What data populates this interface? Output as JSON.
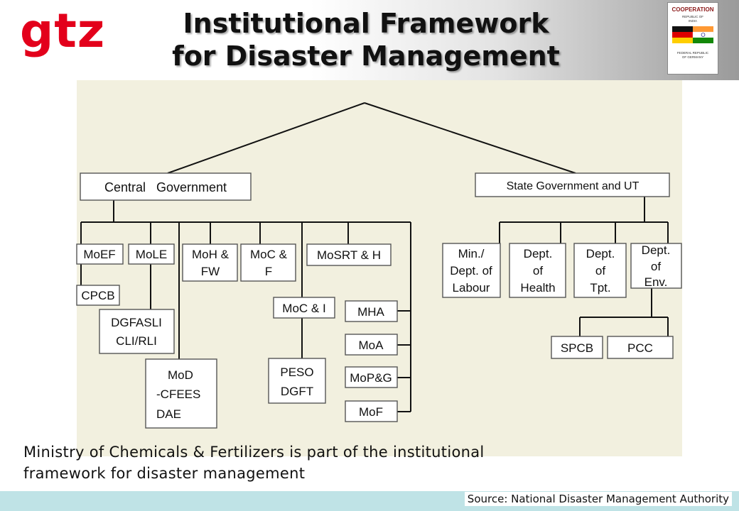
{
  "header": {
    "logo_text": "gtz",
    "title_line1": "Institutional Framework",
    "title_line2": "for Disaster Management"
  },
  "cooperation_badge": {
    "heading": "COOPERATION",
    "top_line1": "REPUBLIC OF",
    "top_line2": "INDIA",
    "bottom_line1": "FEDERAL REPUBLIC",
    "bottom_line2": "OF GERMANY"
  },
  "org_chart": {
    "central": "Central   Government",
    "state": "State Government and UT",
    "moef": "MoEF",
    "cpcb": "CPCB",
    "mole": "MoLE",
    "dgfasli_1": "DGFASLI",
    "dgfasli_2": "CLI/RLI",
    "mohfw_1": "MoH &",
    "mohfw_2": "FW",
    "mocf_1": "MoC &",
    "mocf_2": "F",
    "mod_1": "MoD",
    "mod_2": "-CFEES",
    "mod_3": "DAE",
    "moci": "MoC & I",
    "peso_1": "PESO",
    "peso_2": "DGFT",
    "mosrth": "MoSRT & H",
    "mha": "MHA",
    "moa": "MoA",
    "mopg": "MoP&G",
    "mof": "MoF",
    "labour_1": "Min./",
    "labour_2": "Dept. of",
    "labour_3": "Labour",
    "health_1": "Dept.",
    "health_2": "of",
    "health_3": "Health",
    "tpt_1": "Dept.",
    "tpt_2": "of",
    "tpt_3": "Tpt.",
    "env_1": "Dept.",
    "env_2": "of",
    "env_3": "Env.",
    "spcb": "SPCB",
    "pcc": "PCC"
  },
  "caption": {
    "line1": "Ministry of Chemicals & Fertilizers is part of the institutional",
    "line2": "framework for disaster management"
  },
  "footer": {
    "source": "Source: National Disaster Management Authority"
  },
  "colors": {
    "logo_red": "#e3001b",
    "diagram_bg": "#f2f0df",
    "footer_band": "#bfe3e6"
  }
}
